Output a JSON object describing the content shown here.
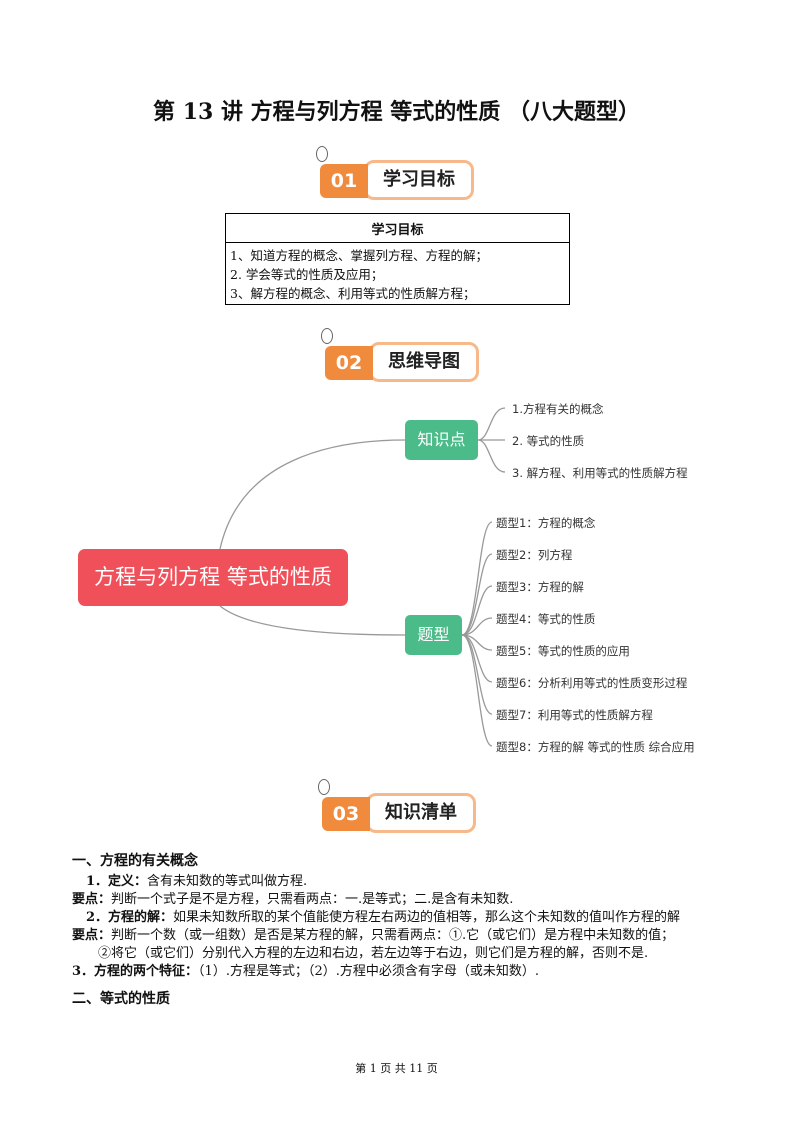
{
  "title": "第 13 讲  方程与列方程  等式的性质  （八大题型）",
  "banners": [
    {
      "num": "01",
      "label": "学习目标"
    },
    {
      "num": "02",
      "label": "思维导图"
    },
    {
      "num": "03",
      "label": "知识清单"
    }
  ],
  "goals_table": {
    "header": "学习目标",
    "rows": [
      "1、知道方程的概念、掌握列方程、方程的解；",
      "2.   学会等式的性质及应用；",
      "3、解方程的概念、利用等式的性质解方程；"
    ]
  },
  "mindmap": {
    "center": "方程与列方程 等式的性质",
    "branches": [
      {
        "label": "知识点",
        "items": [
          "1.方程有关的概念",
          "2. 等式的性质",
          "3. 解方程、利用等式的性质解方程"
        ]
      },
      {
        "label": "题型",
        "items": [
          "题型1：方程的概念",
          "题型2：列方程",
          "题型3：方程的解",
          "题型4：等式的性质",
          "题型5：等式的性质的应用",
          "题型6：分析利用等式的性质变形过程",
          "题型7：利用等式的性质解方程",
          "题型8：方程的解 等式的性质 综合应用"
        ]
      }
    ]
  },
  "content": {
    "s1": "一、方程的有关概念",
    "l1b": "1．定义：",
    "l1": "含有未知数的等式叫做方程.",
    "l2b": "要点：",
    "l2": "判断一个式子是不是方程，只需看两点：一.是等式；二.是含有未知数.",
    "l3b": "2．方程的解：",
    "l3": "如果未知数所取的某个值能使方程左右两边的值相等，那么这个未知数的值叫作方程的解",
    "l4b": "要点：",
    "l4": "判断一个数（或一组数）是否是某方程的解，只需看两点：①.它（或它们）是方程中未知数的值；",
    "l5": "②将它（或它们）分别代入方程的左边和右边，若左边等于右边，则它们是方程的解，否则不是.",
    "l6b": "3．方程的两个特征：",
    "l6": "（1）.方程是等式；（2）.方程中必须含有字母（或未知数）.",
    "s2": "二、等式的性质"
  },
  "footer": "第  1  页  共  11  页"
}
